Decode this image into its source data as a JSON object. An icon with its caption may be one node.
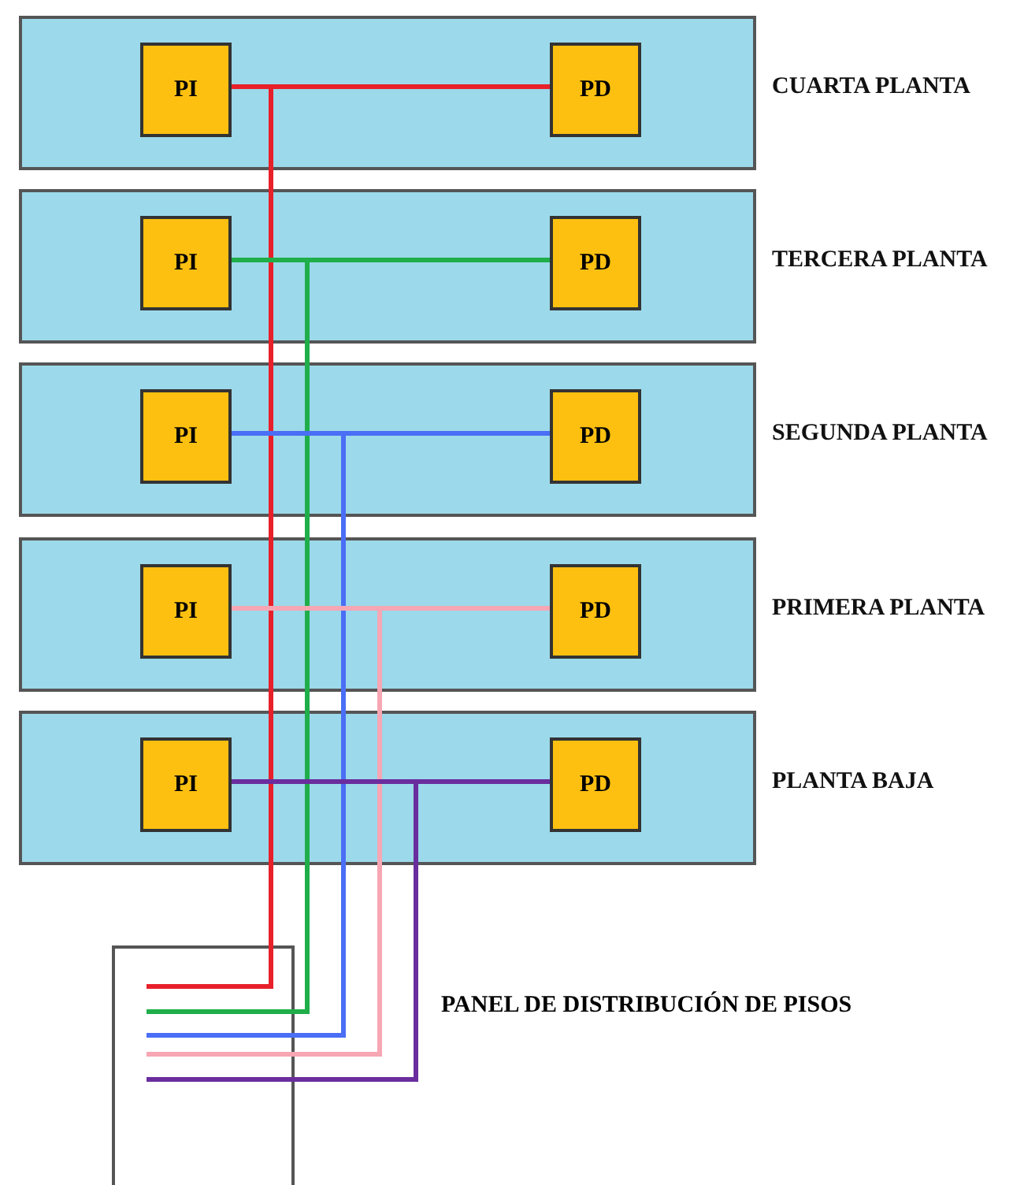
{
  "diagram": {
    "nodes": [
      {
        "text": [
          "CUARTA PLANTA"
        ]
      },
      {
        "text": [
          "PI"
        ],
        "in": 0
      },
      {
        "text": [
          "PD"
        ],
        "in": 0
      },
      {
        "text": [
          "TERCERA PLANTA"
        ]
      },
      {
        "text": [
          "PI"
        ],
        "in": 3
      },
      {
        "text": [
          "PD"
        ],
        "in": 3
      },
      {
        "text": [
          "SEGUNDA PLANTA"
        ]
      },
      {
        "text": [
          "PI"
        ],
        "in": 6
      },
      {
        "text": [
          "PD"
        ],
        "in": 6
      },
      {
        "text": [
          "PRIMERA PLANTA"
        ]
      },
      {
        "text": [
          "PI"
        ],
        "in": 9
      },
      {
        "text": [
          "PD"
        ],
        "in": 9
      },
      {
        "text": [
          "PLANTA BAJA"
        ]
      },
      {
        "text": [
          "PI"
        ],
        "in": 12
      },
      {
        "text": [
          "PD"
        ],
        "in": 12
      },
      {
        "text": [],
        "shape": "box"
      }
    ],
    "labels": [
      "PANEL DE DISTRIBUCIÓN DE PISOS"
    ],
    "edges": [
      {
        "from": 15,
        "to": 1,
        "arrow": "none",
        "color": "#e8202a"
      },
      {
        "from": 15,
        "to": 2,
        "arrow": "none",
        "color": "#e8202a"
      },
      {
        "from": 15,
        "to": 4,
        "arrow": "none",
        "color": "#1fae4a"
      },
      {
        "from": 15,
        "to": 5,
        "arrow": "none",
        "color": "#1fae4a"
      },
      {
        "from": 15,
        "to": 7,
        "arrow": "none",
        "color": "#4a6ef5"
      },
      {
        "from": 15,
        "to": 8,
        "arrow": "none",
        "color": "#4a6ef5"
      },
      {
        "from": 15,
        "to": 10,
        "arrow": "none",
        "color": "#f7a6b4"
      },
      {
        "from": 15,
        "to": 11,
        "arrow": "none",
        "color": "#f7a6b4"
      },
      {
        "from": 15,
        "to": 13,
        "arrow": "none",
        "color": "#6a2d9e"
      },
      {
        "from": 15,
        "to": 14,
        "arrow": "none",
        "color": "#6a2d9e"
      }
    ]
  }
}
